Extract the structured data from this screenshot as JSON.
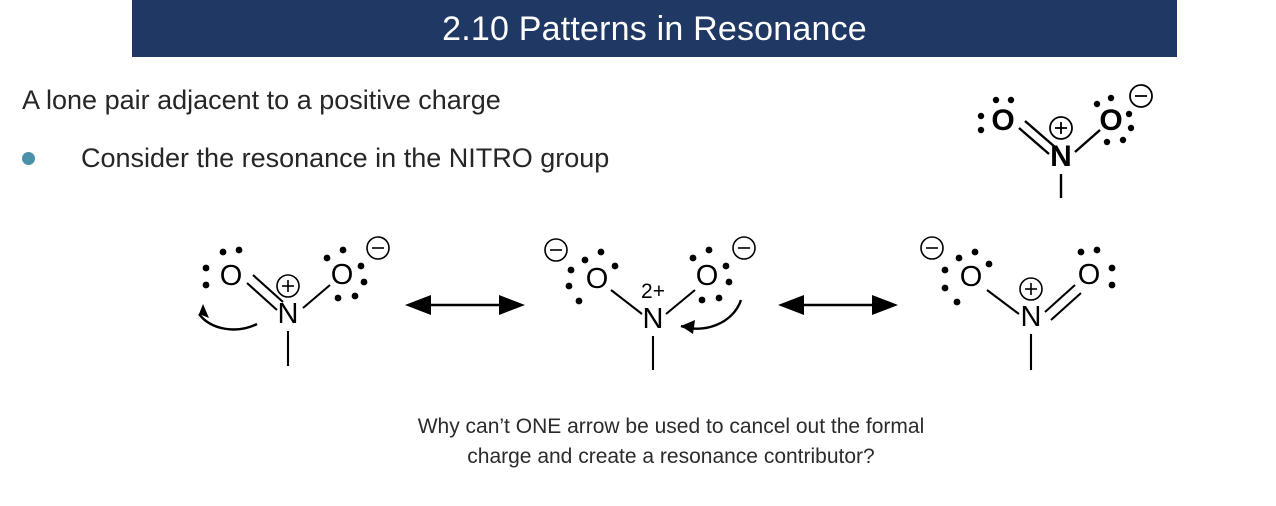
{
  "slide": {
    "title": "2.10 Patterns in Resonance",
    "banner_color": "#1F3864",
    "background_color": "#FFFFFF",
    "body_text_color": "#262626"
  },
  "body": {
    "lead_line": "A lone pair adjacent to a positive charge",
    "bullet_color": "#4A90A8",
    "bullets": [
      {
        "label": "Consider the resonance in the NITRO group"
      }
    ]
  },
  "caption": {
    "line1": "Why can’t ONE arrow be used to cancel out the formal",
    "line2": "charge and create a resonance contributor?"
  },
  "structures": {
    "top_right": {
      "name": "nitro-group-reference",
      "atoms": {
        "left_oxygen": "O",
        "nitrogen": "N",
        "right_oxygen": "O"
      },
      "charges": {
        "nitrogen": "⊕",
        "right_oxygen": "⊖"
      },
      "bonds": {
        "left": "double",
        "right": "single",
        "bottom": "single"
      },
      "lone_pairs": {
        "left_oxygen": 2,
        "right_oxygen": 3
      }
    },
    "resonance": [
      {
        "name": "contributor-1",
        "atoms": {
          "left_oxygen": "O",
          "nitrogen": "N",
          "right_oxygen": "O"
        },
        "charges": {
          "nitrogen": "⊕",
          "right_oxygen": "⊖"
        },
        "bonds": {
          "left": "double",
          "right": "single",
          "bottom": "single"
        },
        "lone_pairs": {
          "left_oxygen": 2,
          "right_oxygen": 3
        },
        "curved_arrow": "from-left-double-bond-to-left-oxygen"
      },
      {
        "name": "contributor-2",
        "atoms": {
          "left_oxygen": "O",
          "nitrogen": "N",
          "right_oxygen": "O"
        },
        "charges": {
          "nitrogen": "2+",
          "left_oxygen": "⊖",
          "right_oxygen": "⊖"
        },
        "bonds": {
          "left": "single",
          "right": "single",
          "bottom": "single"
        },
        "lone_pairs": {
          "left_oxygen": 3,
          "right_oxygen": 3
        },
        "curved_arrow": "from-right-oxygen-lone-pair-to-nitrogen-bond"
      },
      {
        "name": "contributor-3",
        "atoms": {
          "left_oxygen": "O",
          "nitrogen": "N",
          "right_oxygen": "O"
        },
        "charges": {
          "nitrogen": "⊕",
          "left_oxygen": "⊖"
        },
        "bonds": {
          "left": "single",
          "right": "double",
          "bottom": "single"
        },
        "lone_pairs": {
          "left_oxygen": 3,
          "right_oxygen": 2
        },
        "curved_arrow": "none"
      }
    ],
    "resonance_arrows": [
      {
        "name": "resonance-arrow-1",
        "symbol": "↔"
      },
      {
        "name": "resonance-arrow-2",
        "symbol": "↔"
      }
    ]
  }
}
